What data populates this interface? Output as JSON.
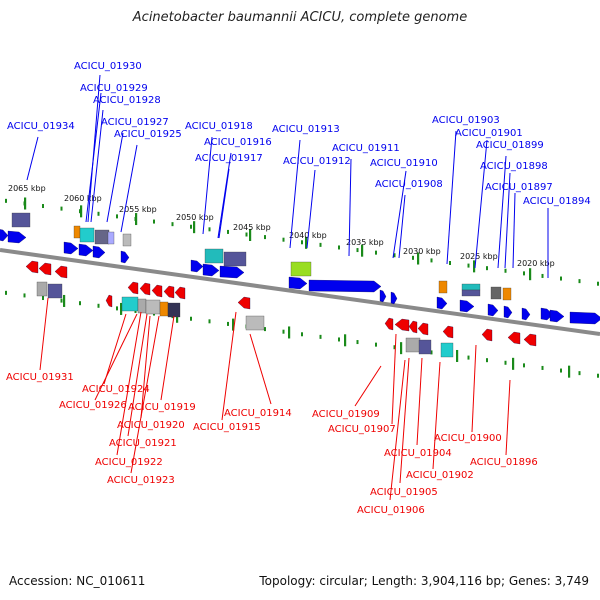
{
  "header": {
    "title": "Acinetobacter baumannii ACICU, complete genome"
  },
  "footer": {
    "accession": "Accession: NC_010611",
    "summary": "Topology: circular; Length: 3,904,116 bp; Genes: 3,749"
  },
  "colors": {
    "forward": "#0000ee",
    "reverse": "#ee0000",
    "backbone": "#8a8a8a",
    "ticks": "#1a8a1a"
  },
  "scale_labels": [
    "2065 kbp",
    "2060 kbp",
    "2055 kbp",
    "2050 kbp",
    "2045 kbp",
    "2040 kbp",
    "2035 kbp",
    "2030 kbp",
    "2025 kbp",
    "2020 kbp"
  ],
  "forward_genes": [
    "ACICU_01934",
    "ACICU_01930",
    "ACICU_01929",
    "ACICU_01928",
    "ACICU_01927",
    "ACICU_01925",
    "ACICU_01918",
    "ACICU_01916",
    "ACICU_01917",
    "ACICU_01913",
    "ACICU_01911",
    "ACICU_01912",
    "ACICU_01910",
    "ACICU_01908",
    "ACICU_01903",
    "ACICU_01901",
    "ACICU_01899",
    "ACICU_01898",
    "ACICU_01897",
    "ACICU_01894"
  ],
  "reverse_genes": [
    "ACICU_01931",
    "ACICU_01924",
    "ACICU_01926",
    "ACICU_01919",
    "ACICU_01920",
    "ACICU_01921",
    "ACICU_01922",
    "ACICU_01923",
    "ACICU_01914",
    "ACICU_01915",
    "ACICU_01909",
    "ACICU_01907",
    "ACICU_01904",
    "ACICU_01902",
    "ACICU_01900",
    "ACICU_01896",
    "ACICU_01905",
    "ACICU_01906"
  ]
}
